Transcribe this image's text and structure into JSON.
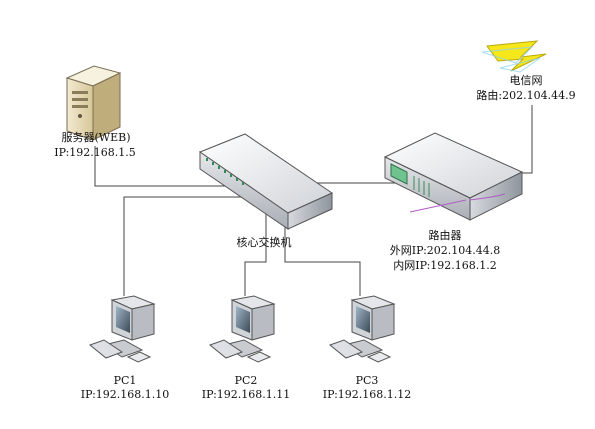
{
  "telecom": {
    "name": "电信网",
    "route": "路由:202.104.44.9"
  },
  "server": {
    "name": "服务器(WEB)",
    "ip": "IP:192.168.1.5"
  },
  "switch": {
    "name": "核心交换机"
  },
  "router": {
    "name": "路由器",
    "wan": "外网IP:202.104.44.8",
    "lan": "内网IP:192.168.1.2"
  },
  "pcs": [
    {
      "name": "PC1",
      "ip": "IP:192.168.1.10"
    },
    {
      "name": "PC2",
      "ip": "IP:192.168.1.11"
    },
    {
      "name": "PC3",
      "ip": "IP:192.168.1.12"
    }
  ]
}
